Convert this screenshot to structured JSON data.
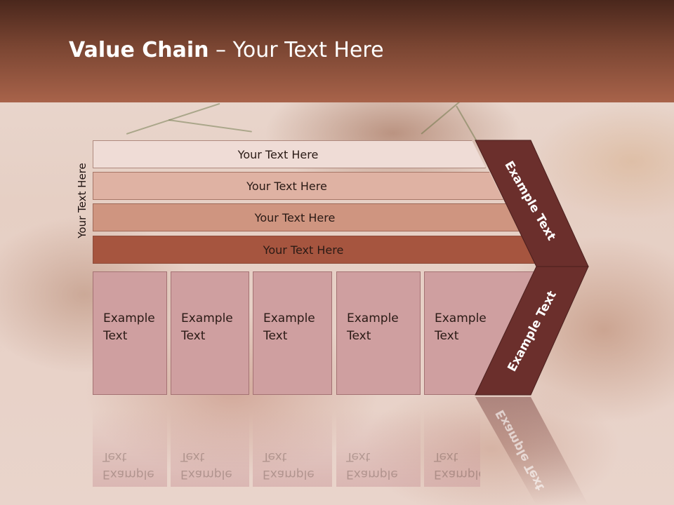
{
  "slide": {
    "title_bold": "Value Chain",
    "title_rest": " – Your Text Here",
    "side_label": "Your Text Here"
  },
  "bars": [
    {
      "label": "Your Text Here",
      "color": "#efdcd6"
    },
    {
      "label": "Your Text Here",
      "color": "#dfb2a3"
    },
    {
      "label": "Your Text Here",
      "color": "#cf9580"
    },
    {
      "label": "Your Text Here",
      "color": "#a6553f"
    }
  ],
  "boxes": [
    {
      "line1": "Example",
      "line2": "Text"
    },
    {
      "line1": "Example",
      "line2": "Text"
    },
    {
      "line1": "Example",
      "line2": "Text"
    },
    {
      "line1": "Example",
      "line2": "Text"
    },
    {
      "line1": "Example",
      "line2": "Text"
    }
  ],
  "chevrons": {
    "upper_label": "Example Text",
    "lower_label": "Example Text",
    "color": "#6b2f2c"
  }
}
